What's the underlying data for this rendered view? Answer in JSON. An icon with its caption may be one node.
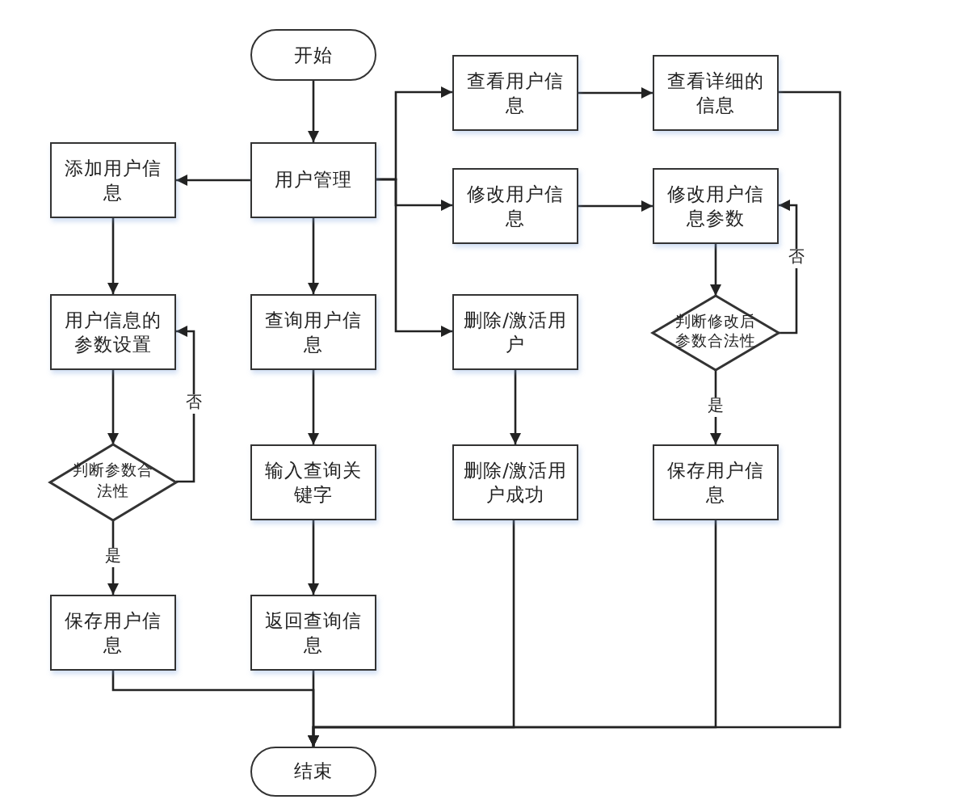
{
  "diagram": {
    "nodes": [
      {
        "text": [
          "开始"
        ]
      },
      {
        "text": [
          "用户管理"
        ]
      },
      {
        "text": [
          "添加用户信息"
        ]
      },
      {
        "text": [
          "查看用户信息"
        ]
      },
      {
        "text": [
          "查看详细的信息"
        ]
      },
      {
        "text": [
          "修改用户信息"
        ]
      },
      {
        "text": [
          "修改用户信息参数"
        ]
      },
      {
        "text": [
          "用户信息的参数设置"
        ]
      },
      {
        "text": [
          "查询用户信息"
        ]
      },
      {
        "text": [
          "删除/激活用户"
        ]
      },
      {
        "text": [
          "判断修改后参数合法性"
        ]
      },
      {
        "text": [
          "判断参数合法性"
        ]
      },
      {
        "text": [
          "输入查询关键字"
        ]
      },
      {
        "text": [
          "删除/激活用户成功"
        ]
      },
      {
        "text": [
          "保存用户信息"
        ]
      },
      {
        "text": [
          "保存用户信息"
        ]
      },
      {
        "text": [
          "返回查询信息"
        ]
      },
      {
        "text": [
          "结束"
        ]
      }
    ],
    "edges": [
      {
        "from": 0,
        "to": 1,
        "arrow": "to"
      },
      {
        "from": 1,
        "to": 2,
        "arrow": "to"
      },
      {
        "from": 1,
        "to": 8,
        "arrow": "to"
      },
      {
        "from": 1,
        "to": 3,
        "arrow": "to"
      },
      {
        "from": 1,
        "to": 5,
        "arrow": "to"
      },
      {
        "from": 1,
        "to": 9,
        "arrow": "to"
      },
      {
        "from": 2,
        "to": 7,
        "arrow": "to"
      },
      {
        "from": 7,
        "to": 11,
        "arrow": "to"
      },
      {
        "from": 11,
        "to": 7,
        "arrow": "to",
        "label": "否"
      },
      {
        "from": 11,
        "to": 15,
        "arrow": "to",
        "label": "是"
      },
      {
        "from": 15,
        "to": 17,
        "arrow": "to"
      },
      {
        "from": 8,
        "to": 12,
        "arrow": "to"
      },
      {
        "from": 12,
        "to": 16,
        "arrow": "to"
      },
      {
        "from": 16,
        "to": 17,
        "arrow": "to"
      },
      {
        "from": 3,
        "to": 4,
        "arrow": "to"
      },
      {
        "from": 4,
        "to": 17,
        "arrow": "to"
      },
      {
        "from": 5,
        "to": 6,
        "arrow": "to"
      },
      {
        "from": 6,
        "to": 10,
        "arrow": "to"
      },
      {
        "from": 10,
        "to": 6,
        "arrow": "to",
        "label": "否"
      },
      {
        "from": 10,
        "to": 14,
        "arrow": "to",
        "label": "是"
      },
      {
        "from": 9,
        "to": 13,
        "arrow": "to"
      },
      {
        "from": 13,
        "to": 17,
        "arrow": "to"
      },
      {
        "from": 14,
        "to": 17,
        "arrow": "to"
      }
    ]
  }
}
